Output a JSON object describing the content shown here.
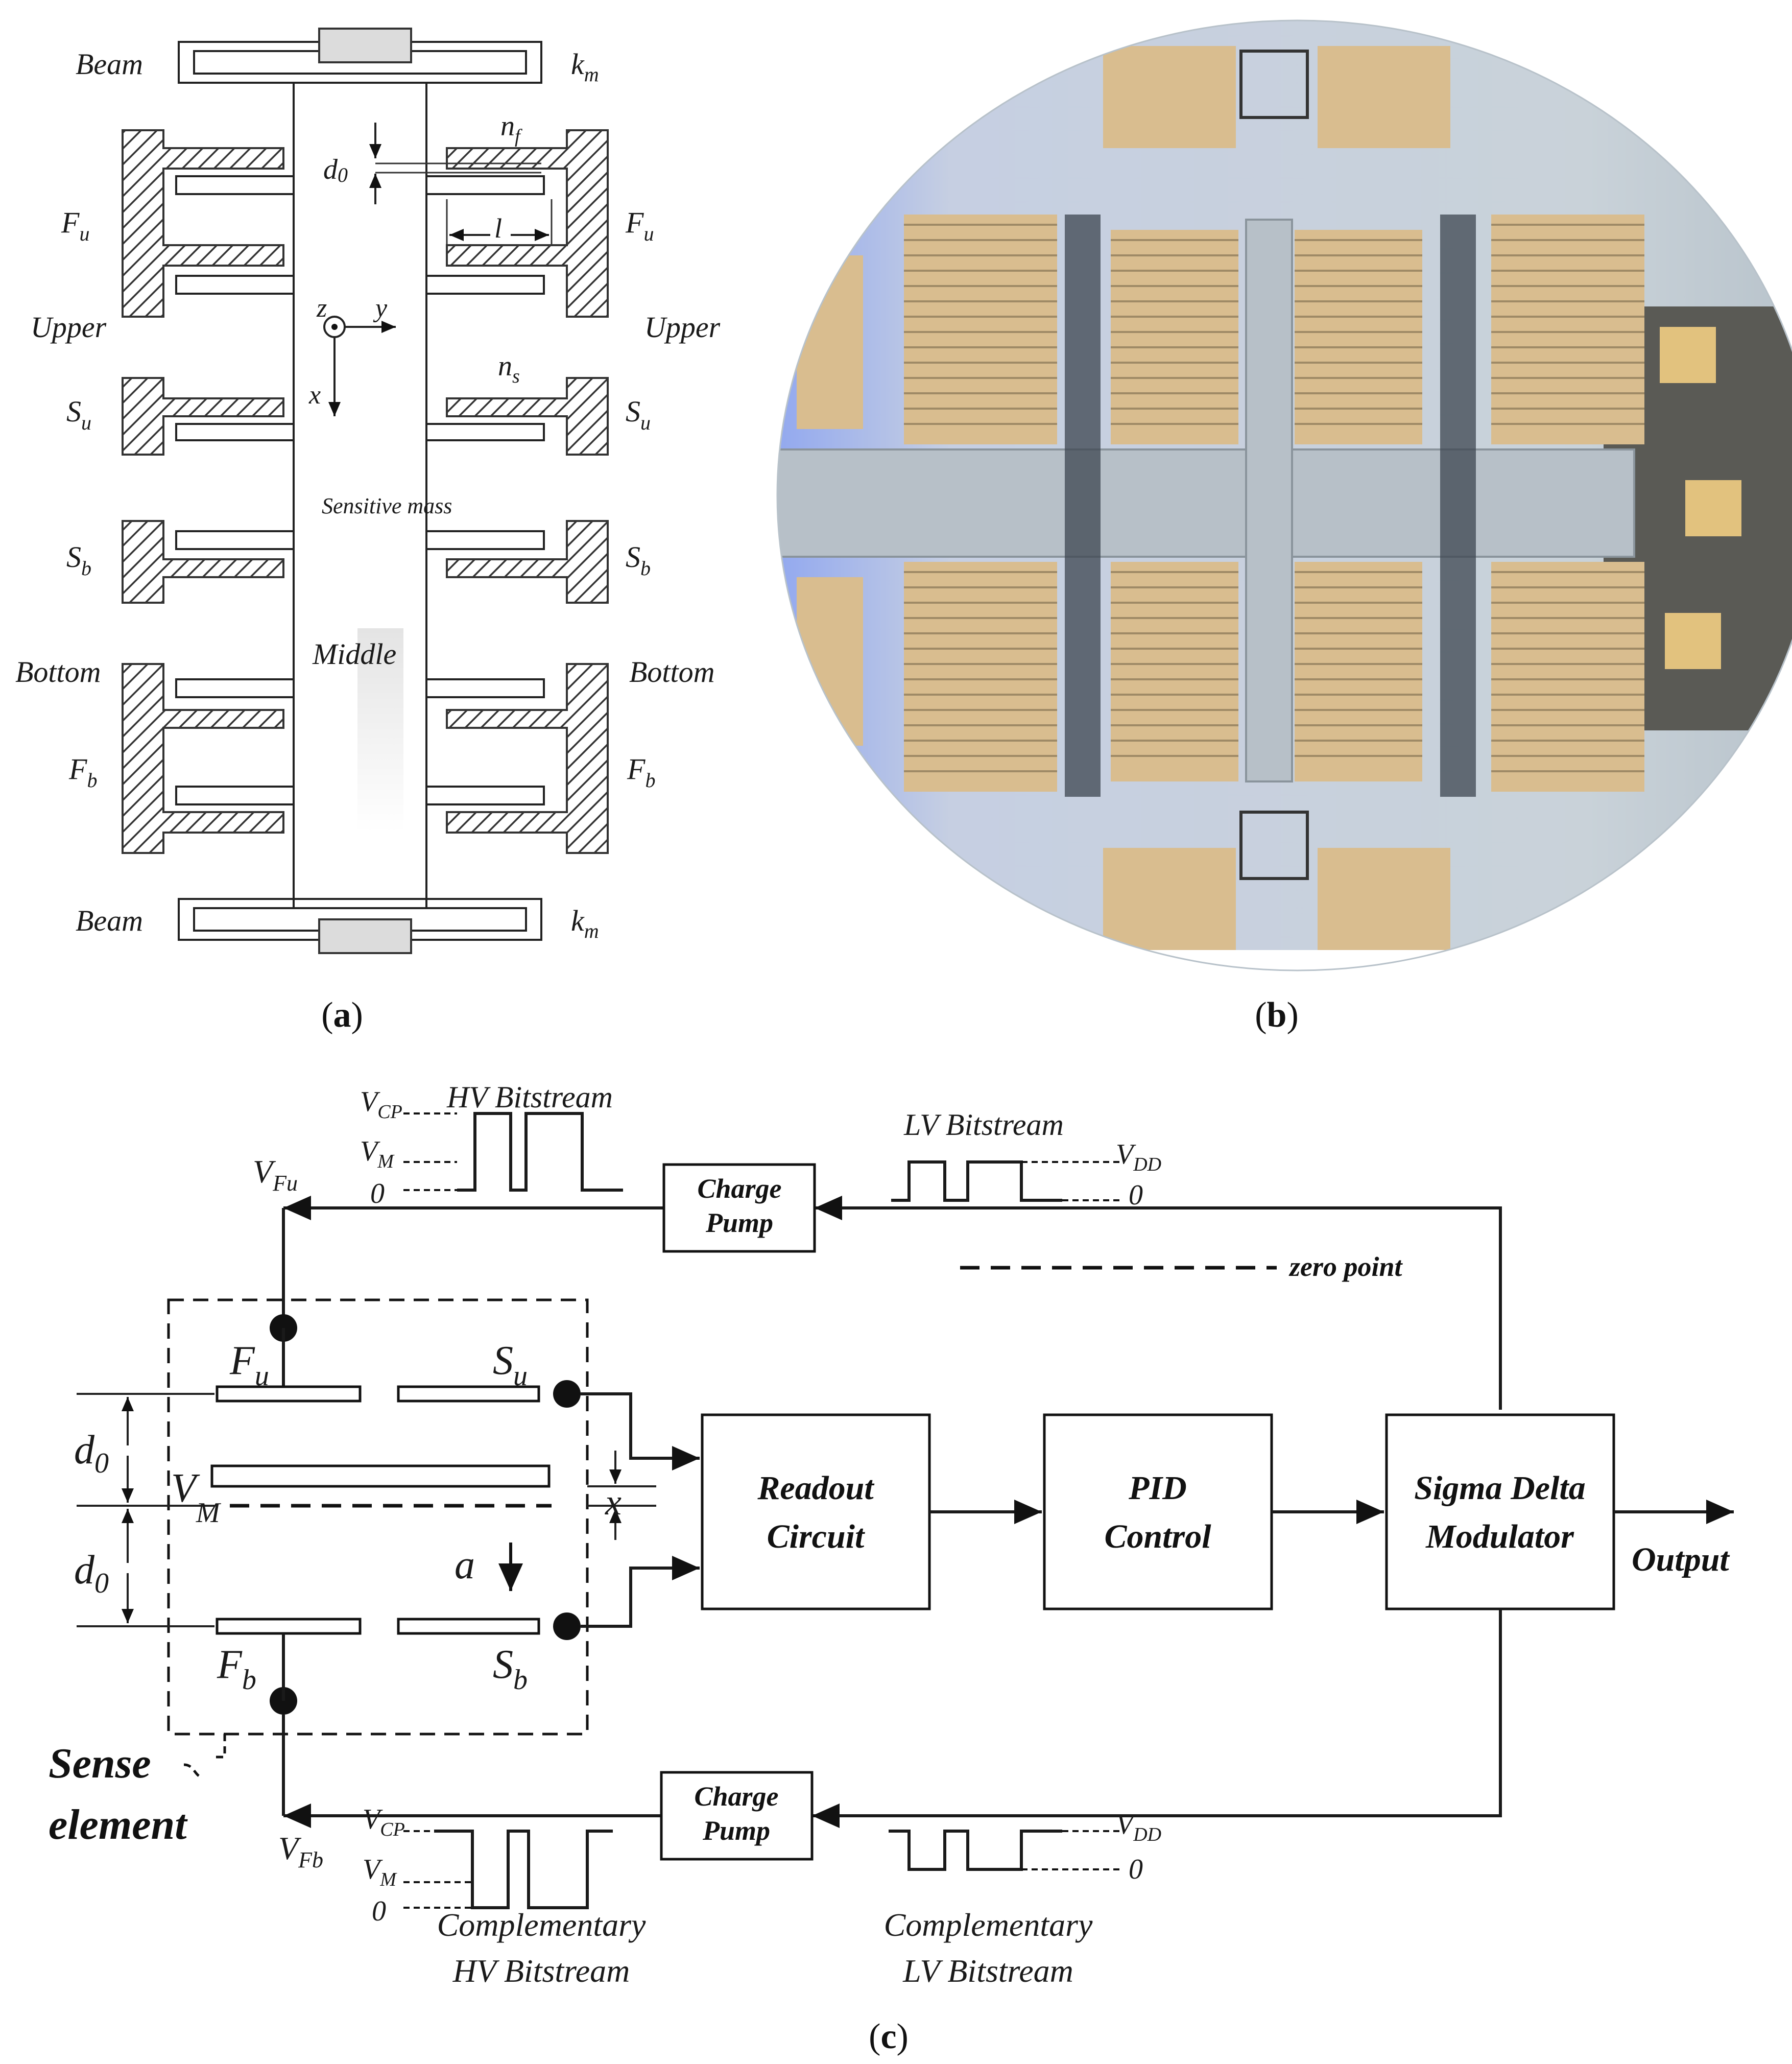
{
  "panel_a": {
    "caption_letter": "a",
    "labels": {
      "beam_top": "Beam",
      "km_top": "k",
      "km_top_sub": "m",
      "nf": "n",
      "nf_sub": "f",
      "d0": "d",
      "d0_sub": "0",
      "fu_left": "F",
      "fu_left_sub": "u",
      "fu_right": "F",
      "fu_right_sub": "u",
      "l": "l",
      "upper_left": "Upper",
      "upper_right": "Upper",
      "z": "z",
      "y": "y",
      "x": "x",
      "ns": "n",
      "ns_sub": "s",
      "su_left": "S",
      "su_left_sub": "u",
      "su_right": "S",
      "su_right_sub": "u",
      "sensitive_mass": "Sensitive mass",
      "sb_left": "S",
      "sb_left_sub": "b",
      "sb_right": "S",
      "sb_right_sub": "b",
      "middle": "Middle",
      "bottom_left": "Bottom",
      "bottom_right": "Bottom",
      "fb_left": "F",
      "fb_left_sub": "b",
      "fb_right": "F",
      "fb_right_sub": "b",
      "beam_bottom": "Beam",
      "km_bottom": "k",
      "km_bottom_sub": "m"
    }
  },
  "panel_b": {
    "caption_letter": "b",
    "photo_description_colors": {
      "background": "#c9d3da",
      "gold": "#d8b27a",
      "blue_edge": "#6f8fe0"
    }
  },
  "panel_c": {
    "caption_letter": "c",
    "hv_bitstream": "HV Bitstream",
    "lv_bitstream": "LV Bitstream",
    "vcp_top": "V",
    "vcp_top_sub": "CP",
    "vm_top": "V",
    "vm_top_sub": "M",
    "zero_top_left": "0",
    "vfu": "V",
    "vfu_sub": "Fu",
    "vdd_top": "V",
    "vdd_top_sub": "DD",
    "zero_top_right": "0",
    "charge_pump_top_line1": "Charge",
    "charge_pump_top_line2": "Pump",
    "zero_point": "zero point",
    "fu": "F",
    "fu_sub": "u",
    "su": "S",
    "su_sub": "u",
    "d0_top": "d",
    "d0_top_sub": "0",
    "vm_mid": "V",
    "vm_mid_sub": "M",
    "x": "x",
    "d0_bottom": "d",
    "d0_bottom_sub": "0",
    "a": "a",
    "fb": "F",
    "fb_sub": "b",
    "sb": "S",
    "sb_sub": "b",
    "readout_line1": "Readout",
    "readout_line2": "Circuit",
    "pid_line1": "PID",
    "pid_line2": "Control",
    "sdm_line1": "Sigma Delta",
    "sdm_line2": "Modulator",
    "output": "Output",
    "sense_line1": "Sense",
    "sense_line2": "element",
    "charge_pump_bottom_line1": "Charge",
    "charge_pump_bottom_line2": "Pump",
    "vfb": "V",
    "vfb_sub": "Fb",
    "vcp_bottom": "V",
    "vcp_bottom_sub": "CP",
    "vm_bottom": "V",
    "vm_bottom_sub": "M",
    "zero_bottom_left": "0",
    "vdd_bottom": "V",
    "vdd_bottom_sub": "DD",
    "zero_bottom_right": "0",
    "comp_hv_line1": "Complementary",
    "comp_hv_line2": "HV Bitstream",
    "comp_lv_line1": "Complementary",
    "comp_lv_line2": "LV Bitstream"
  }
}
